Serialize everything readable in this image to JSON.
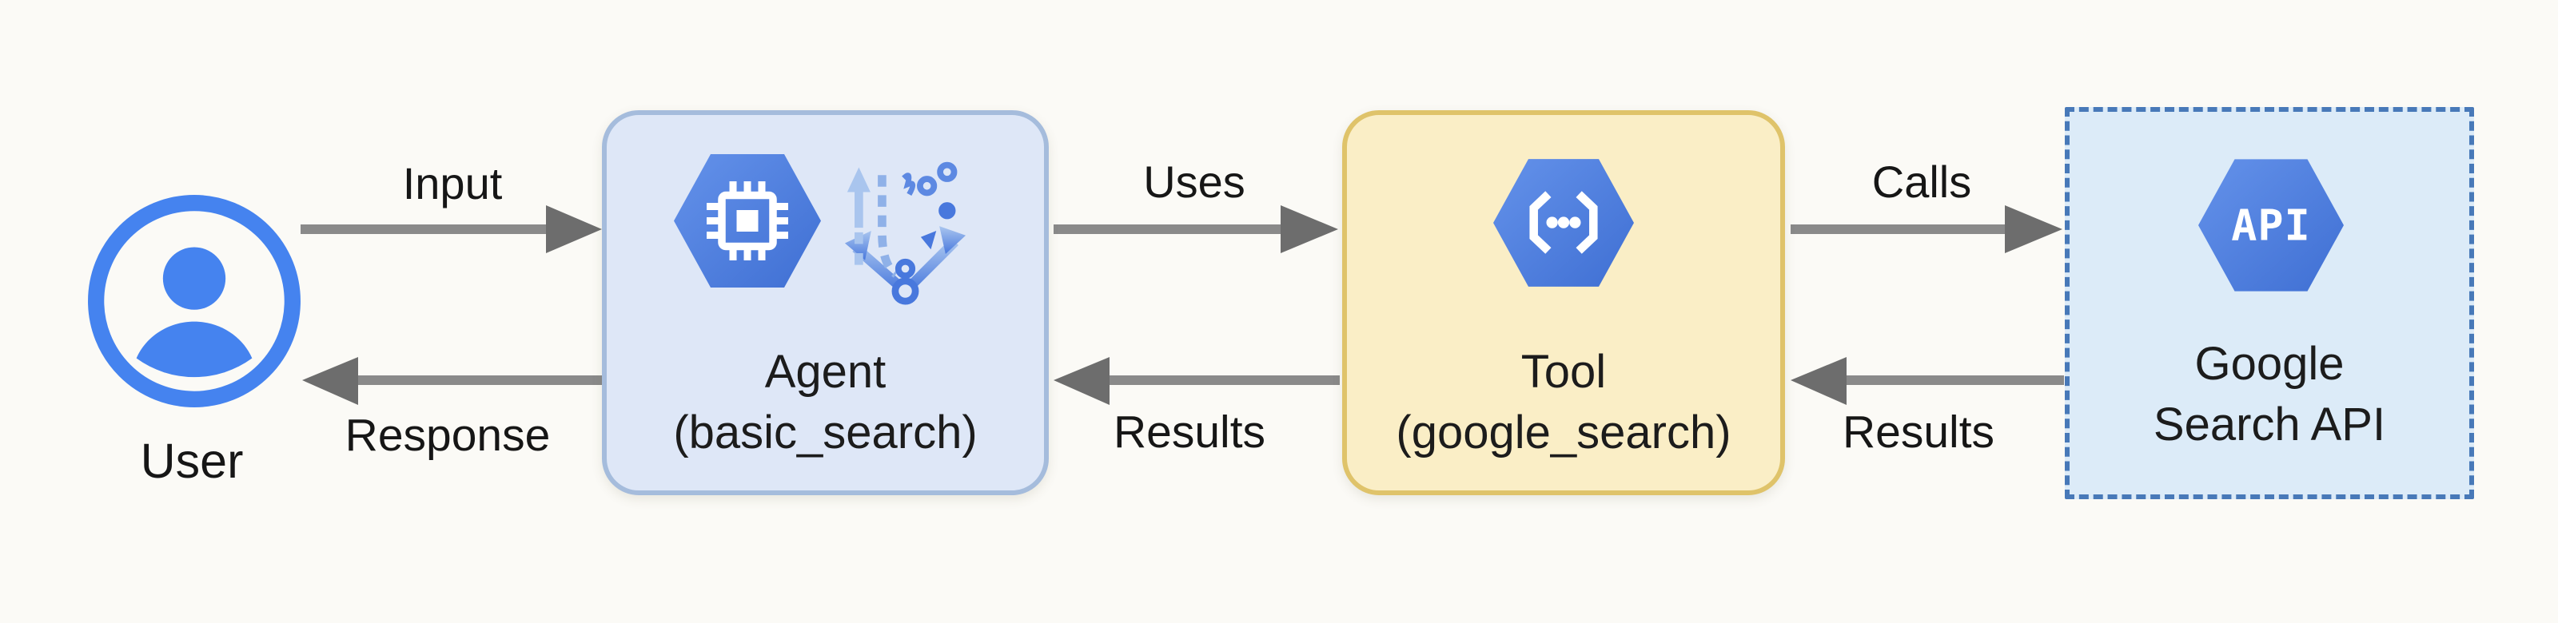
{
  "diagram_type": "flow-diagram",
  "nodes": {
    "user": {
      "label": "User"
    },
    "agent": {
      "line1": "Agent",
      "line2": "(basic_search)"
    },
    "tool": {
      "line1": "Tool",
      "line2": "(google_search)"
    },
    "api": {
      "line1": "Google",
      "line2": "Search API",
      "hex_text": "API"
    }
  },
  "edges": {
    "input": {
      "label": "Input",
      "from": "user",
      "to": "agent",
      "direction": "right"
    },
    "uses": {
      "label": "Uses",
      "from": "agent",
      "to": "tool",
      "direction": "right"
    },
    "calls": {
      "label": "Calls",
      "from": "tool",
      "to": "api",
      "direction": "right"
    },
    "response": {
      "label": "Response",
      "from": "agent",
      "to": "user",
      "direction": "left"
    },
    "results_tool": {
      "label": "Results",
      "from": "tool",
      "to": "agent",
      "direction": "left"
    },
    "results_api": {
      "label": "Results",
      "from": "api",
      "to": "tool",
      "direction": "left"
    }
  },
  "icons": {
    "user": "user-icon",
    "agent": [
      "cpu-hexagon-icon",
      "circuit-tree-icon"
    ],
    "tool": "code-brackets-hexagon-icon",
    "api": "api-hexagon-icon"
  },
  "colors": {
    "background": "#fbfaf6",
    "agent_box_fill": "#dee7f7",
    "agent_box_border": "#a5bcdc",
    "tool_box_fill": "#faeec6",
    "tool_box_border": "#dfc36a",
    "api_box_fill": "#dcebf8",
    "api_box_border": "#4879b8",
    "hexagon_blue_light": "#6492ea",
    "hexagon_blue_dark": "#3f6fd3",
    "user_icon_blue": "#4583ef",
    "arrow_line": "#8a8a8a",
    "arrow_head": "#6d6d6d",
    "text": "#1c1c1c"
  }
}
